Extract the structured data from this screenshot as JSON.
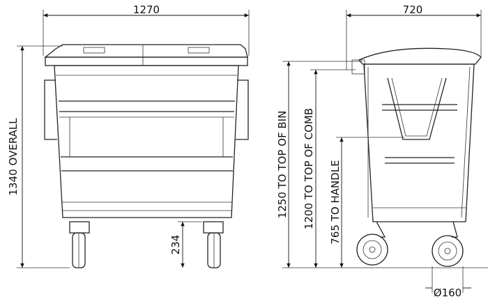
{
  "dimensions": {
    "width": "1270",
    "depth": "720",
    "overall_height": "1340 OVERALL",
    "top_of_bin": "1250 TO TOP OF BIN",
    "top_of_comb": "1200 TO TOP OF COMB",
    "handle_height": "765 TO HANDLE",
    "ground_clearance": "234",
    "wheel_diameter": "Ø160"
  }
}
